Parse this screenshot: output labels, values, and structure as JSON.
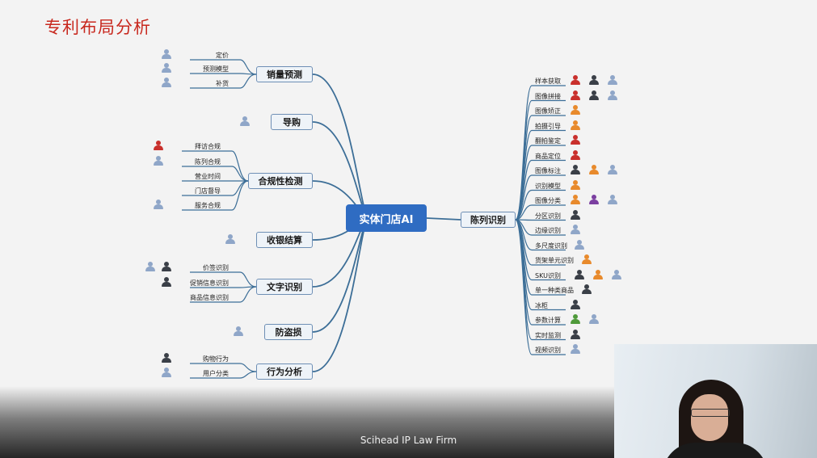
{
  "title": "专利布局分析",
  "center": "实体门店AI",
  "left_branches": [
    {
      "label": "销量预测",
      "leaves": [
        {
          "text": "定价",
          "icons": [
            "blue"
          ]
        },
        {
          "text": "预测模型",
          "icons": [
            "blue"
          ]
        },
        {
          "text": "补货",
          "icons": [
            "blue"
          ]
        }
      ]
    },
    {
      "label": "导购",
      "leaves": [],
      "icons": [
        "blue"
      ]
    },
    {
      "label": "合规性检测",
      "leaves": [
        {
          "text": "拜访合规",
          "icons": [
            "red"
          ]
        },
        {
          "text": "陈列合规",
          "icons": [
            "blue"
          ]
        },
        {
          "text": "营业时间",
          "icons": []
        },
        {
          "text": "门店督导",
          "icons": []
        },
        {
          "text": "服务合规",
          "icons": [
            "blue"
          ]
        }
      ]
    },
    {
      "label": "收银结算",
      "leaves": [],
      "icons": [
        "blue"
      ]
    },
    {
      "label": "文字识别",
      "leaves": [
        {
          "text": "价签识别",
          "icons": [
            "blue",
            "dark"
          ]
        },
        {
          "text": "促销信息识别",
          "icons": [
            "dark"
          ]
        },
        {
          "text": "商品信息识别",
          "icons": []
        }
      ]
    },
    {
      "label": "防盗损",
      "leaves": [],
      "icons": [
        "blue"
      ]
    },
    {
      "label": "行为分析",
      "leaves": [
        {
          "text": "购物行为",
          "icons": [
            "dark"
          ]
        },
        {
          "text": "用户分类",
          "icons": [
            "blue"
          ]
        }
      ]
    }
  ],
  "right_branch": {
    "label": "陈列识别",
    "leaves": [
      {
        "text": "样本获取",
        "icons": [
          "red",
          "dark",
          "blue"
        ]
      },
      {
        "text": "图像拼接",
        "icons": [
          "red",
          "dark",
          "blue"
        ]
      },
      {
        "text": "图像矫正",
        "icons": [
          "orange"
        ]
      },
      {
        "text": "拍摄引导",
        "icons": [
          "orange"
        ]
      },
      {
        "text": "翻拍鉴定",
        "icons": [
          "red"
        ]
      },
      {
        "text": "商品定位",
        "icons": [
          "red"
        ]
      },
      {
        "text": "图像标注",
        "icons": [
          "dark",
          "orange",
          "blue"
        ]
      },
      {
        "text": "识别模型",
        "icons": [
          "orange"
        ]
      },
      {
        "text": "图像分类",
        "icons": [
          "orange",
          "purple",
          "blue"
        ]
      },
      {
        "text": "分区识别",
        "icons": [
          "dark"
        ]
      },
      {
        "text": "边缘识别",
        "icons": [
          "blue"
        ]
      },
      {
        "text": "多尺度识别",
        "icons": [
          "blue"
        ]
      },
      {
        "text": "货架单元识别",
        "icons": [
          "orange"
        ]
      },
      {
        "text": "SKU识别",
        "icons": [
          "dark",
          "orange",
          "blue"
        ]
      },
      {
        "text": "单一种类商品",
        "icons": [
          "dark"
        ]
      },
      {
        "text": "冰柜",
        "icons": [
          "dark"
        ]
      },
      {
        "text": "参数计算",
        "icons": [
          "green",
          "blue"
        ]
      },
      {
        "text": "实时监测",
        "icons": [
          "dark"
        ]
      },
      {
        "text": "视频识别",
        "icons": [
          "blue"
        ]
      }
    ]
  },
  "colors": {
    "red": "#c9302c",
    "dark": "#3a3f47",
    "blue": "#8fa6c8",
    "orange": "#e88a2c",
    "purple": "#7b3fa0",
    "green": "#4f9a3a",
    "line": "#3c6e97",
    "title": "#c8281e"
  },
  "footer_text": "Scihead IP Law Firm"
}
